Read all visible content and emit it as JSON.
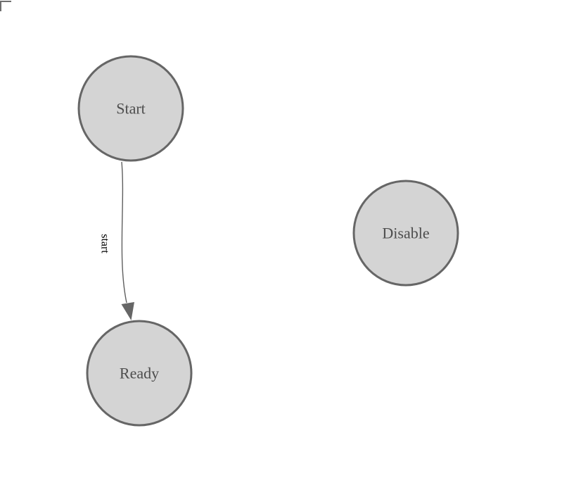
{
  "diagram": {
    "nodes": [
      {
        "id": "start",
        "label": "Start"
      },
      {
        "id": "ready",
        "label": "Ready"
      },
      {
        "id": "disable",
        "label": "Disable"
      }
    ],
    "edges": [
      {
        "from": "Start",
        "to": "Ready",
        "label": "start"
      }
    ]
  },
  "colors": {
    "background": "#ffffff",
    "node_fill": "#d4d4d4",
    "node_stroke": "#666666",
    "node_text": "#4d4d4d",
    "edge_stroke": "#5f5f5f",
    "arrowhead_fill": "#666666",
    "edge_label_text": "#51606f",
    "corner_mark": "#6e6e6e"
  }
}
